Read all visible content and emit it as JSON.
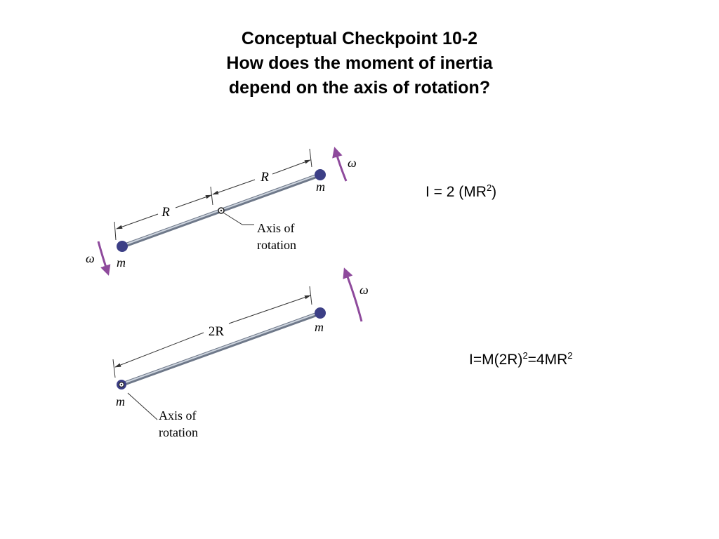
{
  "title": {
    "line1": "Conceptual Checkpoint 10-2",
    "line2": "How does the moment of inertia",
    "line3": "depend on the axis of rotation?"
  },
  "diagram_top": {
    "distance_left_label": "R",
    "distance_right_label": "R",
    "mass_left_label": "m",
    "mass_right_label": "m",
    "omega_left_label": "ω",
    "omega_right_label": "ω",
    "axis_label_line1": "Axis of",
    "axis_label_line2": "rotation"
  },
  "diagram_bottom": {
    "distance_label": "2R",
    "mass_left_label": "m",
    "mass_right_label": "m",
    "omega_label": "ω",
    "axis_label_line1": "Axis of",
    "axis_label_line2": "rotation"
  },
  "formula_top": {
    "prefix": "I = 2 (MR",
    "exponent": "2",
    "suffix": ")"
  },
  "formula_bottom": {
    "part1": "I=M(2R)",
    "exp1": "2",
    "part2": "=4MR",
    "exp2": "2"
  },
  "colors": {
    "rod": "#9aa5b5",
    "mass": "#3c3f86",
    "arrow": "#8e4a9c"
  }
}
